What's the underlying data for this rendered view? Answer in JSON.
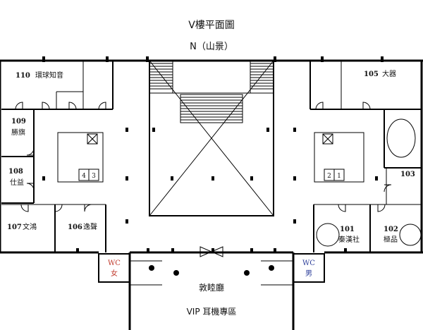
{
  "title": "V樓平面圖",
  "orientation": "N（山景）",
  "rooms": [
    {
      "number": "110",
      "name": "環球知音"
    },
    {
      "number": "105",
      "name": "大器"
    },
    {
      "number": "109",
      "name": "勝旗"
    },
    {
      "number": "108",
      "name": "仕益"
    },
    {
      "number": "103",
      "name": ""
    },
    {
      "number": "107",
      "name": "文鴻"
    },
    {
      "number": "106",
      "name": "逸聲"
    },
    {
      "number": "101",
      "name": "秦漢社"
    },
    {
      "number": "102",
      "name": "極品"
    }
  ],
  "elevators_left": [
    "4",
    "3"
  ],
  "elevators_right": [
    "2",
    "1"
  ],
  "restrooms": {
    "women": {
      "label": "WC",
      "sub": "女",
      "color": "#c0392b"
    },
    "men": {
      "label": "WC",
      "sub": "男",
      "color": "#2c3e9a"
    }
  },
  "hall_name": "敦睦廳",
  "vip_label": "VIP 耳機專區"
}
